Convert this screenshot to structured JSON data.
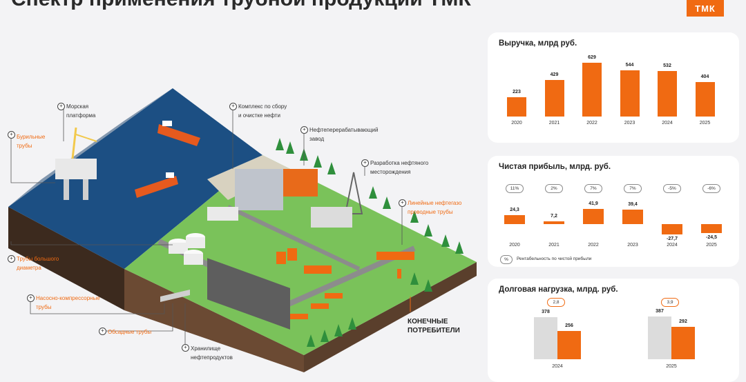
{
  "page": {
    "title": "Спектр применения трубной продукции ТМК",
    "logo": "ТМК"
  },
  "colors": {
    "accent": "#f06a12",
    "sea": "#1c4f83",
    "grass": "#7ac25a",
    "soil": "#5a3f2c",
    "gray_bar": "#dcdcdc"
  },
  "labels": {
    "drill_pipes": "Бурильные\nтрубы",
    "offshore_platform": "Морская\nплатформа",
    "oil_collection": "Комплекс по сбору\nи очистке нефти",
    "refinery": "Нефтеперерабатывающий\nзавод",
    "oilfield": "Разработка нефтяного\nместорождения",
    "line_pipes": "Линейные нефтегазо\nпроводные трубы",
    "large_diameter": "Трубы большого\nдиаметра",
    "tubing": "Насосно-компрессорные\nтрубы",
    "casing": "Обсадные трубы",
    "storage": "Хранилище\nнефтепродуктов",
    "end_consumers": "КОНЕЧНЫЕ\nПОТРЕБИТЕЛИ"
  },
  "revenue": {
    "title": "Выручка, млрд руб.",
    "chart_data": {
      "type": "bar",
      "categories": [
        "2020",
        "2021",
        "2022",
        "2023",
        "2024",
        "2025"
      ],
      "values": [
        223,
        429,
        629,
        544,
        532,
        404
      ],
      "value_labels": [
        "223",
        "429",
        "629",
        "544",
        "532",
        "404"
      ],
      "ylim": [
        0,
        629
      ]
    }
  },
  "profit": {
    "title": "Чистая прибыль, млрд. руб.",
    "legend_marker": "%",
    "legend_text": "Рентабельность по чистой прибыли",
    "margins": [
      "11%",
      "2%",
      "7%",
      "7%",
      "-5%",
      "-6%"
    ],
    "chart_data": {
      "type": "bar",
      "categories": [
        "2020",
        "2021",
        "2022",
        "2023",
        "2024",
        "2025"
      ],
      "values": [
        24.3,
        7.2,
        41.9,
        39.4,
        -27.7,
        -24.5
      ],
      "value_labels": [
        "24,3",
        "7,2",
        "41,9",
        "39,4",
        "-27,7",
        "-24,5"
      ],
      "ylim": [
        -27.7,
        41.9
      ]
    }
  },
  "debt": {
    "title": "Долговая нагрузка, млрд. руб.",
    "ratios": [
      "2,8",
      "3,9"
    ],
    "chart_data": {
      "type": "bar",
      "categories": [
        "2024",
        "2025"
      ],
      "series": [
        {
          "values": [
            378,
            387
          ],
          "labels": [
            "378",
            "387"
          ]
        },
        {
          "values": [
            256,
            292
          ],
          "labels": [
            "256",
            "292"
          ]
        }
      ],
      "ylim": [
        0,
        387
      ]
    }
  }
}
